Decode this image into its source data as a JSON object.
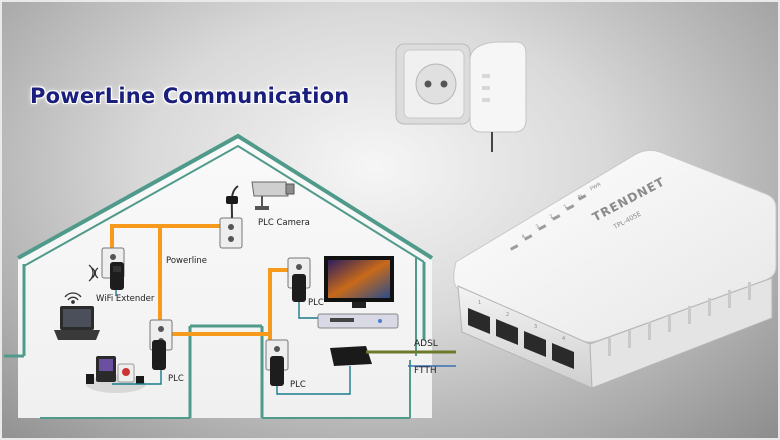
{
  "title": "PowerLine Communication",
  "house_labels": {
    "plc_camera": "PLC Camera",
    "powerline": "Powerline",
    "wifi_extender": "WiFi Extender",
    "plc_top": "PLC",
    "plc_left": "PLC",
    "plc_bottom": "PLC"
  },
  "line_labels": {
    "adsl": "ADSL",
    "ftth": "FTTH"
  },
  "device_branding": {
    "brand": "TRENDNET",
    "model": "TPL-405E",
    "led_labels": [
      "PWR",
      "PL",
      "1",
      "2",
      "3",
      "4"
    ],
    "port_numbers": [
      "1",
      "2",
      "3",
      "4"
    ]
  },
  "colors": {
    "powerline_wire": "#f59a1b",
    "house_outline": "#4f9a8a",
    "title": "#1a1f7d",
    "adsl_line": "#6c7b2a"
  }
}
